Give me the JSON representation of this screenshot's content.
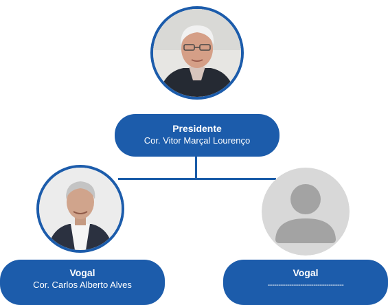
{
  "president": {
    "role": "Presidente",
    "name": "Cor. Vitor Marçal Lourenço"
  },
  "members": [
    {
      "role": "Vogal",
      "name": "Cor. Carlos Alberto  Alves"
    },
    {
      "role": "Vogal",
      "name": "-----------------------------------"
    }
  ],
  "colors": {
    "accent": "#1c5cab",
    "placeholder_bg": "#d8d8d8",
    "placeholder_figure": "#a3a3a3"
  }
}
